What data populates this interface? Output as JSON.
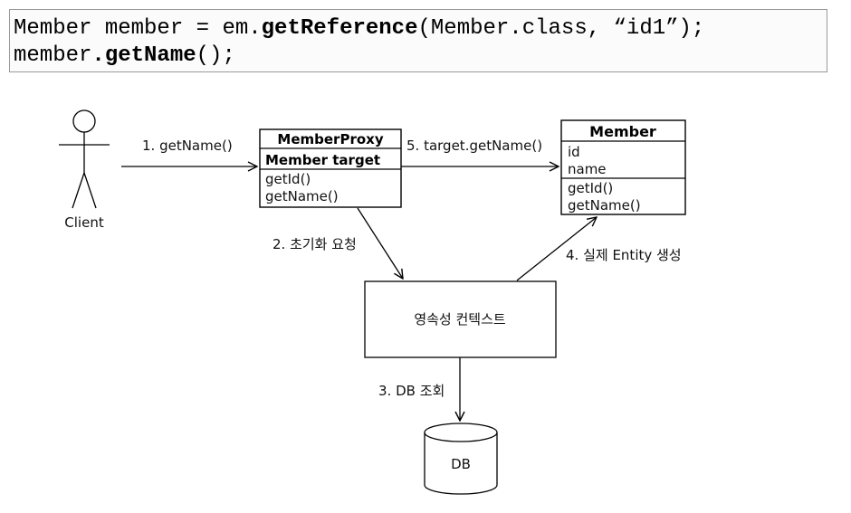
{
  "code": {
    "line1": {
      "pre": "Member member = em.",
      "method": "getReference",
      "post": "(Member.class, “id1”);"
    },
    "line2": {
      "pre": "member",
      "method": ".getName",
      "post": "();"
    }
  },
  "diagram": {
    "client_label": "Client",
    "proxy": {
      "title": "MemberProxy",
      "field": "Member target",
      "methods": [
        "getId()",
        "getName()"
      ]
    },
    "member": {
      "title": "Member",
      "fields": [
        "id",
        "name"
      ],
      "methods": [
        "getId()",
        "getName()"
      ]
    },
    "context_label": "영속성 컨텍스트",
    "db_label": "DB",
    "steps": [
      "1. getName()",
      "2. 초기화 요청",
      "3. DB 조회",
      "4. 실제 Entity 생성",
      "5. target.getName()"
    ]
  }
}
